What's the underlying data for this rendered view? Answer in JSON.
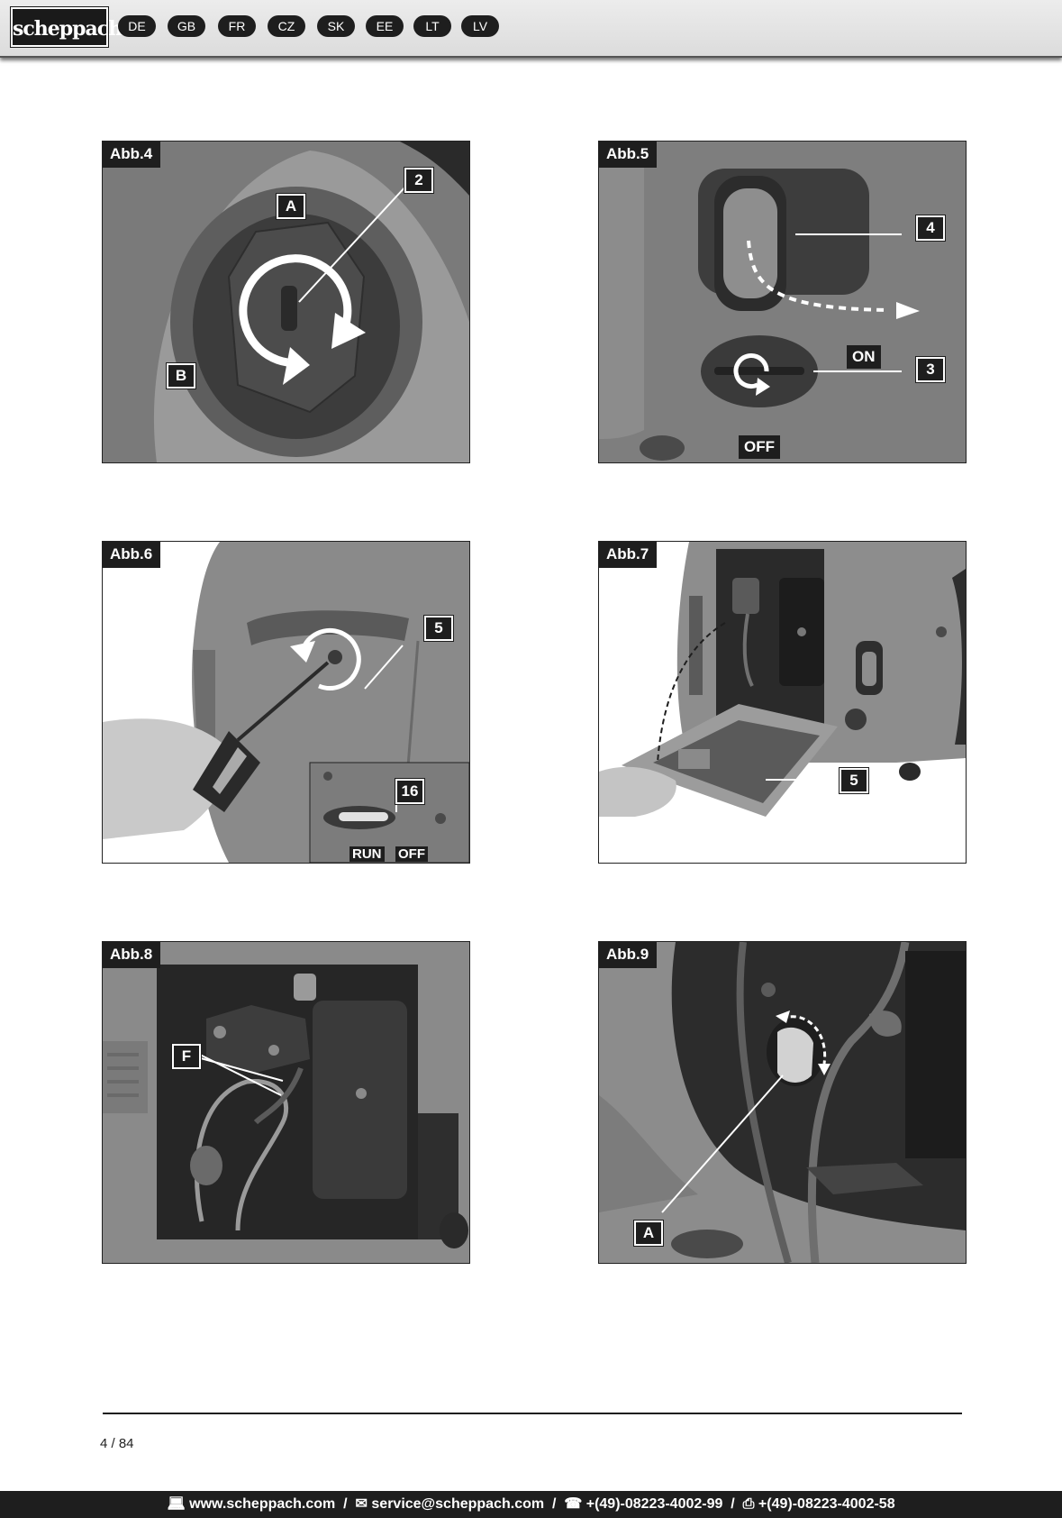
{
  "header": {
    "logo_text": "scheppach",
    "languages": [
      "DE",
      "GB",
      "FR",
      "CZ",
      "SK",
      "EE",
      "LT",
      "LV"
    ]
  },
  "figures": [
    {
      "label": "Abb.4",
      "callouts": [
        "2",
        "A",
        "B"
      ]
    },
    {
      "label": "Abb.5",
      "callouts": [
        "4",
        "3"
      ],
      "tags": [
        "ON",
        "OFF"
      ]
    },
    {
      "label": "Abb.6",
      "callouts": [
        "5",
        "16"
      ],
      "tags": [
        "RUN",
        "OFF"
      ]
    },
    {
      "label": "Abb.7",
      "callouts": [
        "5"
      ]
    },
    {
      "label": "Abb.8",
      "callouts": [
        "F"
      ]
    },
    {
      "label": "Abb.9",
      "callouts": [
        "A"
      ]
    }
  ],
  "page_number": "4 / 84",
  "footer": {
    "website": "www.scheppach.com",
    "email": "service@scheppach.com",
    "phone": "+(49)-08223-4002-99",
    "fax": "+(49)-08223-4002-58",
    "icons": [
      "computer-icon",
      "mail-icon",
      "phone-icon",
      "fax-icon"
    ]
  }
}
